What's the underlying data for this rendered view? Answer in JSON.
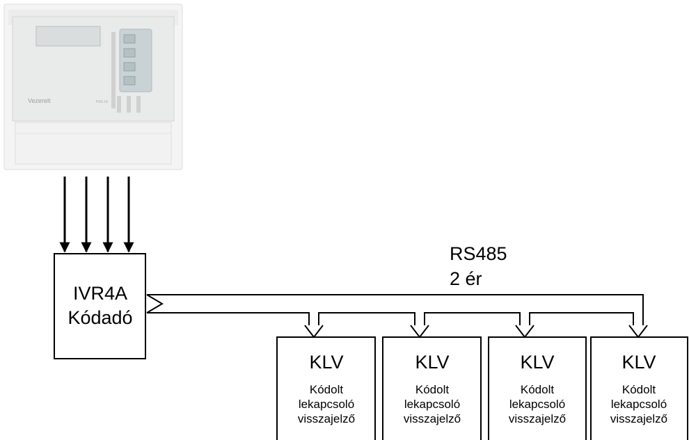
{
  "device": {
    "brand_text": "Vezerelt",
    "model_text": "PXS 14",
    "key_count": 4
  },
  "coder": {
    "line1": "IVR4A",
    "line2": "Kódadó"
  },
  "bus": {
    "label1": "RS485",
    "label2": "2 ér"
  },
  "modules": [
    {
      "title": "KLV",
      "line1": "Kódolt",
      "line2": "lekapcsoló",
      "line3": "visszajelző"
    },
    {
      "title": "KLV",
      "line1": "Kódolt",
      "line2": "lekapcsoló",
      "line3": "visszajelző"
    },
    {
      "title": "KLV",
      "line1": "Kódolt",
      "line2": "lekapcsoló",
      "line3": "visszajelző"
    },
    {
      "title": "KLV",
      "line1": "Kódolt",
      "line2": "lekapcsoló",
      "line3": "visszajelző"
    }
  ],
  "colors": {
    "line": "#000000",
    "device_body": "#f1f1f1",
    "device_panel": "#e4e6e6",
    "device_keypad": "#c9d3d6"
  }
}
